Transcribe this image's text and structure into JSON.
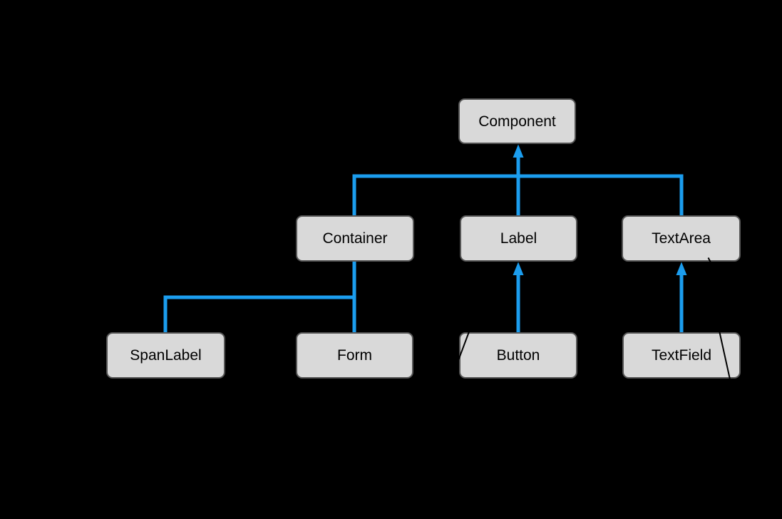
{
  "diagram": {
    "nodes": {
      "component": {
        "label": "Component"
      },
      "container": {
        "label": "Container"
      },
      "label": {
        "label": "Label"
      },
      "textarea": {
        "label": "TextArea"
      },
      "spanlabel": {
        "label": "SpanLabel"
      },
      "form": {
        "label": "Form"
      },
      "button": {
        "label": "Button"
      },
      "textfield": {
        "label": "TextField"
      }
    },
    "edges": [
      {
        "from": "container",
        "to": "component"
      },
      {
        "from": "label",
        "to": "component"
      },
      {
        "from": "textarea",
        "to": "component"
      },
      {
        "from": "spanlabel",
        "to": "container"
      },
      {
        "from": "form",
        "to": "container"
      },
      {
        "from": "button",
        "to": "label"
      },
      {
        "from": "textfield",
        "to": "textarea"
      }
    ],
    "colors": {
      "background": "#000000",
      "connector": "#1B9DEE",
      "node_fill": "#D9D9D9",
      "node_border": "#555555",
      "node_text": "#000000",
      "annotation": "#000000"
    }
  }
}
